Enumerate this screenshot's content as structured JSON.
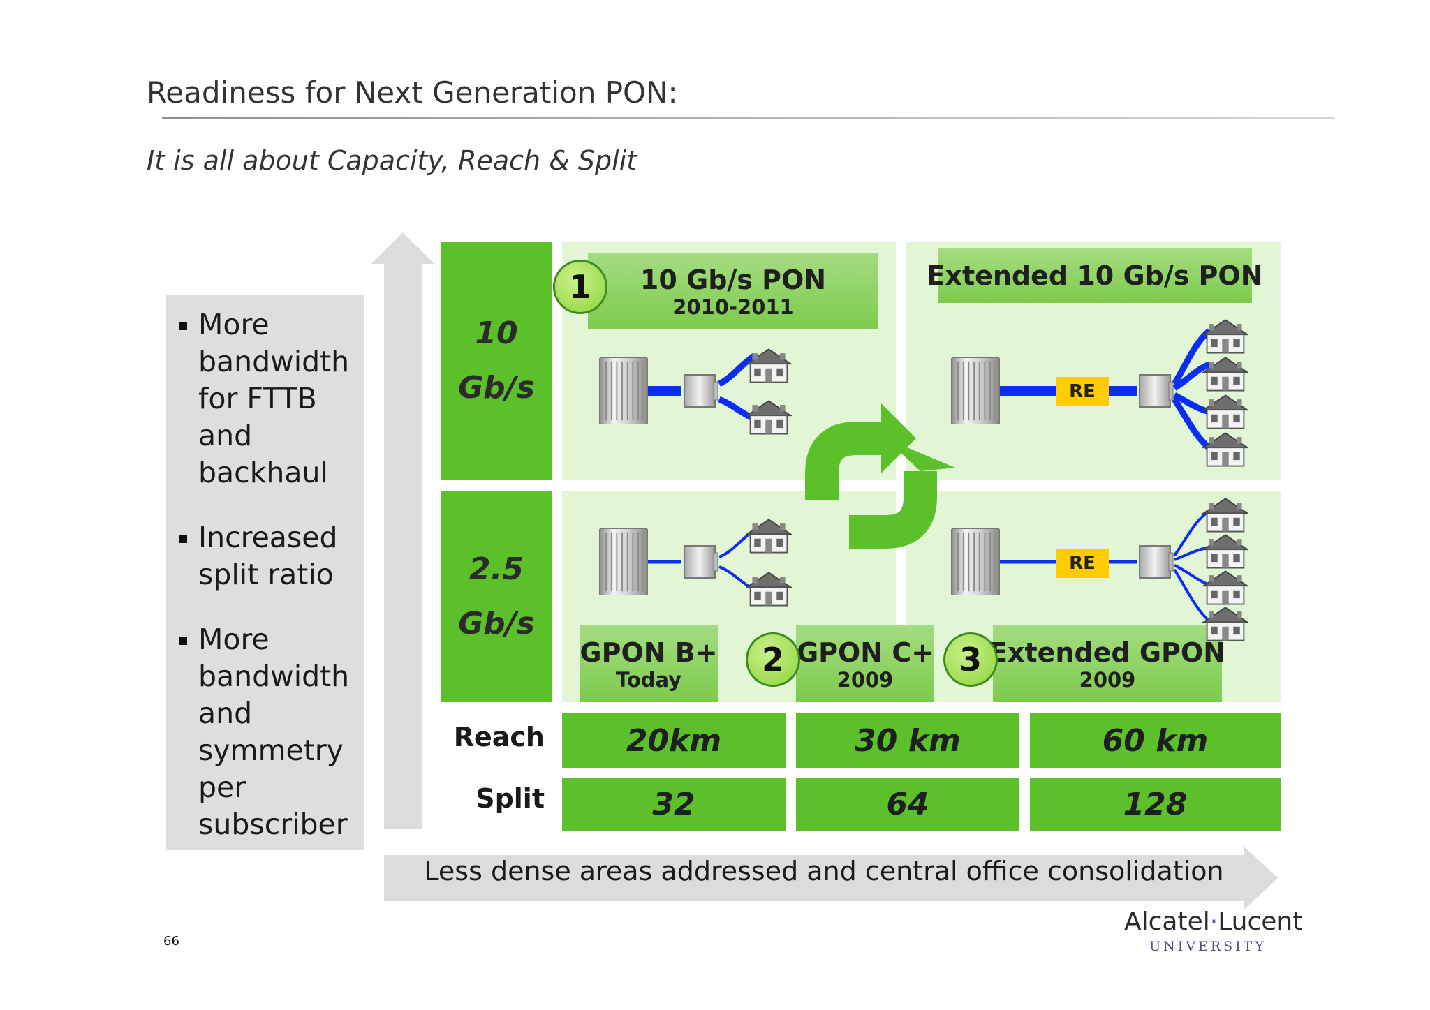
{
  "title": "Readiness for Next Generation PON:",
  "subtitle": "It is all about Capacity, Reach & Split",
  "bullets": [
    "More bandwidth for FTTB and backhaul",
    "Increased split ratio",
    "More bandwidth and symmetry per subscriber"
  ],
  "speeds": {
    "top": {
      "value": "10",
      "unit": "Gb/s"
    },
    "bottom": {
      "value": "2.5",
      "unit": "Gb/s"
    }
  },
  "stages": {
    "pon10": {
      "number": "1",
      "name": "10 Gb/s PON",
      "year": "2010-2011"
    },
    "ext10": {
      "name": "Extended 10 Gb/s PON"
    },
    "gponb": {
      "name": "GPON B+",
      "year": "Today"
    },
    "gponc": {
      "number": "2",
      "name": "GPON C+",
      "year": "2009"
    },
    "extgpon": {
      "number": "3",
      "name": "Extended GPON",
      "year": "2009"
    }
  },
  "re_label": "RE",
  "table": {
    "reach_label": "Reach",
    "split_label": "Split",
    "reach": [
      "20km",
      "30 km",
      "60 km"
    ],
    "split": [
      "32",
      "64",
      "128"
    ]
  },
  "bottom_arrow_text": "Less dense areas addressed and central office consolidation",
  "page_number": "66",
  "logo": {
    "name_left": "Alcatel",
    "name_dot": "·",
    "name_right": "Lucent",
    "sub": "UNIVERSITY"
  },
  "colors": {
    "green": "#5cc02b",
    "light_green": "#e2f6d6",
    "panel_gray": "#dedede",
    "fiber_blue": "#0b2ff0",
    "re_yellow": "#ffcc00"
  }
}
